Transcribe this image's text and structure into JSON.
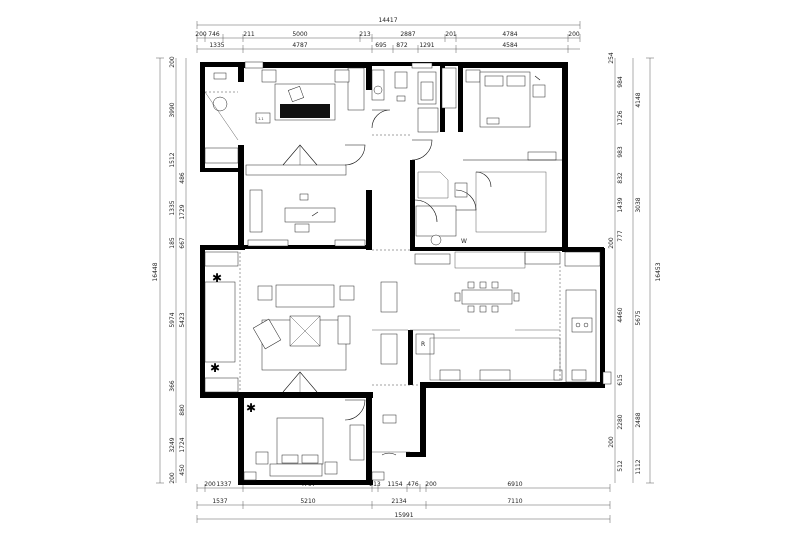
{
  "dimensions": {
    "top_total": "14417",
    "top_row1": [
      "200",
      "746",
      "211",
      "5000",
      "213",
      "2887",
      "201",
      "4784",
      "200"
    ],
    "top_row2": [
      "1335",
      "4787",
      "695",
      "872",
      "1291",
      "4584"
    ],
    "bottom_row1": [
      "200",
      "1337",
      "4797",
      "213",
      "1154",
      "476",
      "200",
      "6910"
    ],
    "bottom_row2": [
      "1537",
      "5210",
      "2134",
      "7110"
    ],
    "bottom_total": "15991",
    "left_total": "16448",
    "left_row1": [
      "200",
      "3990",
      "1512",
      "1335",
      "486",
      "1729",
      "667",
      "185",
      "5974",
      "5423",
      "366",
      "880",
      "3249",
      "1724",
      "200",
      "450"
    ],
    "right_total": "16453",
    "right_row1": [
      "254",
      "984",
      "1726",
      "983",
      "832",
      "1439",
      "777",
      "200",
      "4460",
      "615",
      "2280",
      "200",
      "512"
    ],
    "right_row2": [
      "4148",
      "3038",
      "5675",
      "2488",
      "1112"
    ]
  },
  "symbols": {
    "w_label": "W",
    "r_label": "R"
  },
  "colors": {
    "wall": "#000000",
    "line": "#111111",
    "background": "#ffffff"
  }
}
